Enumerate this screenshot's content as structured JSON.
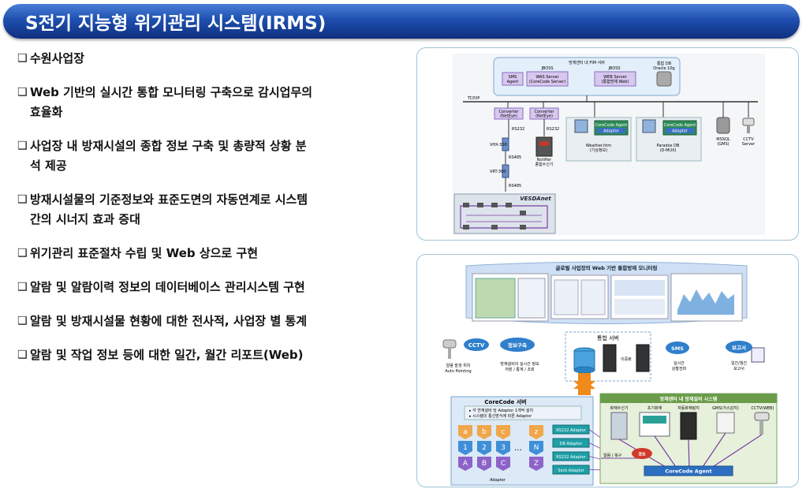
{
  "title": "S전기 지능형 위기관리 시스템(IRMS)",
  "bullets": [
    {
      "line1": "수원사업장",
      "line2": ""
    },
    {
      "line1": "Web 기반의 실시간 통합 모니터링 구축으로  감시업무의",
      "line2": "효율화"
    },
    {
      "line1": "사업장 내 방재시설의 종합 정보 구축 및 총량적 상황 분",
      "line2": "석 제공"
    },
    {
      "line1": "방재시설물의 기준정보와 표준도면의 자동연계로 시스템",
      "line2": "간의 시너지 효과 증대"
    },
    {
      "line1": "위기관리 표준절차 수립 및 Web 상으로 구현",
      "line2": ""
    },
    {
      "line1": "알람 및 알람이력 정보의 데이터베이스 관리시스템 구현",
      "line2": ""
    },
    {
      "line1": "알람 및 방재시설물  현황에 대한 전사적, 사업장 별 통계",
      "line2": ""
    },
    {
      "line1": "알람 및 작업 정보 등에 대한 일간, 월간 리포트(Web)",
      "line2": ""
    }
  ],
  "diagram1": {
    "server_title": "방재센터 내 FIM 서버",
    "jboss1": "JBOSS",
    "jboss2": "JBOSS",
    "sms_agent": "SMS Agent",
    "was_server": "WAS Server (CoreCode Server)",
    "web_server": "WEB Server (통합방재 Web)",
    "oracle": "통합 DB Oracle 10g",
    "tcpip": "TCP/IP",
    "converter1": "Converter (NetEye)",
    "converter2": "Converter (NetEye)",
    "rs232_a": "RS232",
    "rs232_b": "RS232",
    "vhx": "VHX-300",
    "rs485_a": "RS485",
    "vrt": "VRT-300",
    "rs485_b": "RS485",
    "notifier": "Notifier 종합수신기",
    "agent_a": "CoreCode Agent",
    "adaptor_a": "Adaptor",
    "weather": "Weather.htm (기상정보)",
    "agent_b": "CoreCode Agent",
    "adaptor_b": "Adaptor",
    "paradox": "Paradox DB (D-MUX)",
    "mssql": "MSSQL (GMS)",
    "cctv_server": "CCTV Server",
    "vesda": "VESDAnet"
  },
  "diagram2": {
    "monitor_title": "글로벌 사업장의 Web 기반 통합방재 모니터링",
    "integration_server": "통합 서버",
    "integration_label": "이중화",
    "cctv_bubble": "CCTV",
    "cctv_caption1": "알람 발생 위치",
    "cctv_caption2": "Auto Pointing",
    "info_bubble": "정보구축",
    "info_caption1": "방재설비의 실시간 정보",
    "info_caption2": "저장 / 통계 / 조회",
    "sms_bubble": "SMS",
    "sms_caption1": "실시간",
    "sms_caption2": "상황전파",
    "report_bubble": "보고서",
    "report_caption1": "일간/월간",
    "report_caption2": "보고서",
    "corecode_server": "CoreCode 서버",
    "note1": "각 연계설비 당 Adaptor 1개씩 설치",
    "note2": "시스템의 통신방식에 따른 Adaptor",
    "letters": [
      "a",
      "b",
      "c",
      "z"
    ],
    "numbers": [
      "1",
      "2",
      "3",
      "N"
    ],
    "caps": [
      "A",
      "B",
      "C",
      "Z"
    ],
    "ellipsis": "…",
    "adapter_label": "Adapter",
    "adaptors": [
      "RS232 Adaptor",
      "DB Adaptor",
      "RS232 Adaptor",
      "Sock Adaptor"
    ],
    "facility_title": "방재센터 내 방재설비 시스템",
    "dev1": "화재수신기",
    "dev2": "초기화재",
    "dev3": "자동화재탐지",
    "dev4": "GMS(가스감지)",
    "dev5": "CCTV(WEB)",
    "alarm_text": "알람 / 복구",
    "alarm_badge": "경보",
    "corecode_agent": "CoreCode Agent"
  }
}
